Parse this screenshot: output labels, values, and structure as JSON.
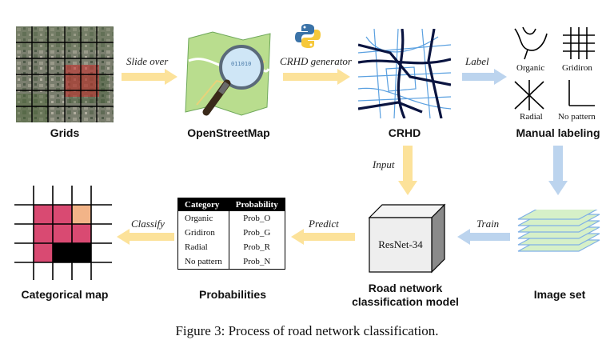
{
  "nodes": {
    "grids": "Grids",
    "osm": "OpenStreetMap",
    "crhd": "CRHD",
    "manual": "Manual labeling",
    "categorical": "Categorical map",
    "probabilities": "Probabilities",
    "model_line1": "Road network",
    "model_line2": "classification model",
    "image_set": "Image set",
    "resnet": "ResNet-34"
  },
  "arrows": {
    "slide_over": "Slide over",
    "crhd_generator": "CRHD generator",
    "label": "Label",
    "input": "Input",
    "train": "Train",
    "predict": "Predict",
    "classify": "Classify"
  },
  "patterns": {
    "organic": "Organic",
    "gridiron": "Gridiron",
    "radial": "Radial",
    "no_pattern": "No pattern"
  },
  "osm_code": "011010",
  "table": {
    "headers": [
      "Category",
      "Probability"
    ],
    "rows": [
      [
        "Organic",
        "Prob_O"
      ],
      [
        "Gridiron",
        "Prob_G"
      ],
      [
        "Radial",
        "Prob_R"
      ],
      [
        "No pattern",
        "Prob_N"
      ]
    ]
  },
  "caption": "Figure 3: Process of road network classification.",
  "colors": {
    "arrow_yellow": "#fce29a",
    "arrow_blue": "#bcd4ee",
    "cat_pink": "#d94a72",
    "cat_peach": "#f2b488",
    "cat_black": "#000000",
    "road_dark": "#0a1440",
    "road_light": "#5aa0e0",
    "image_green": "#d6f0c8",
    "image_edge": "#7fb0e6"
  }
}
